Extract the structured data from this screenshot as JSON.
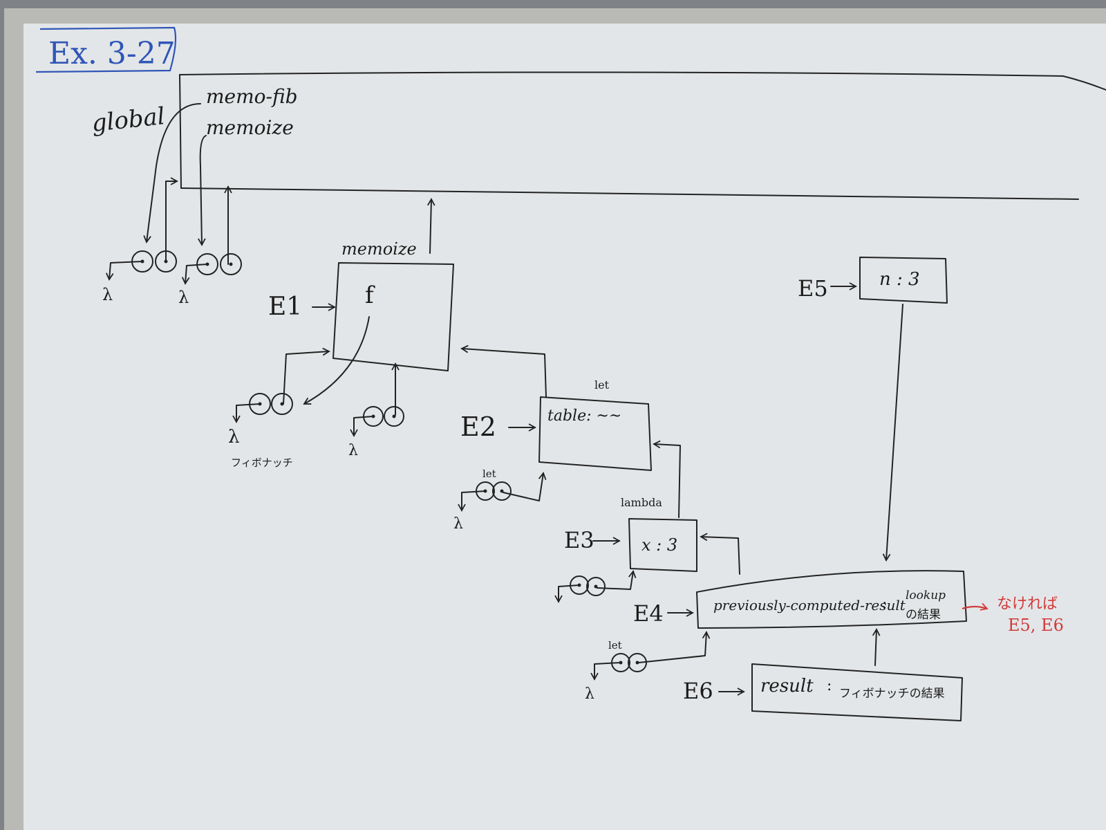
{
  "title": "Ex. 3-27",
  "colors": {
    "board": "#e3e6e8",
    "ink": "#1e1e1e",
    "title_ink": "#2f55b7",
    "red_ink": "#d23a3a",
    "frame": "#b9b9b6"
  },
  "global": {
    "label": "global",
    "bindings": [
      "memo-fib",
      "memoize"
    ]
  },
  "lambda_symbol": "λ",
  "frame_label_memoize": "memoize",
  "E1": {
    "label": "E1",
    "binding": "f"
  },
  "fib_caption": "フィボナッチ",
  "E2": {
    "tag": "let",
    "label": "E2",
    "binding": "table: ~~"
  },
  "let_small": "let",
  "E3": {
    "tag": "lambda",
    "label": "E3",
    "binding": "x : 3"
  },
  "E4": {
    "label": "E4",
    "binding": "previously-computed-result",
    "colon": ":",
    "value_line1": "lookup",
    "value_line2": "の結果"
  },
  "E5": {
    "label": "E5",
    "binding": "n : 3"
  },
  "E6": {
    "label": "E6",
    "binding": "result",
    "colon": ":",
    "value": "フィボナッチの結果"
  },
  "red_note": {
    "line1": "なければ",
    "line2": "E5, E6"
  }
}
